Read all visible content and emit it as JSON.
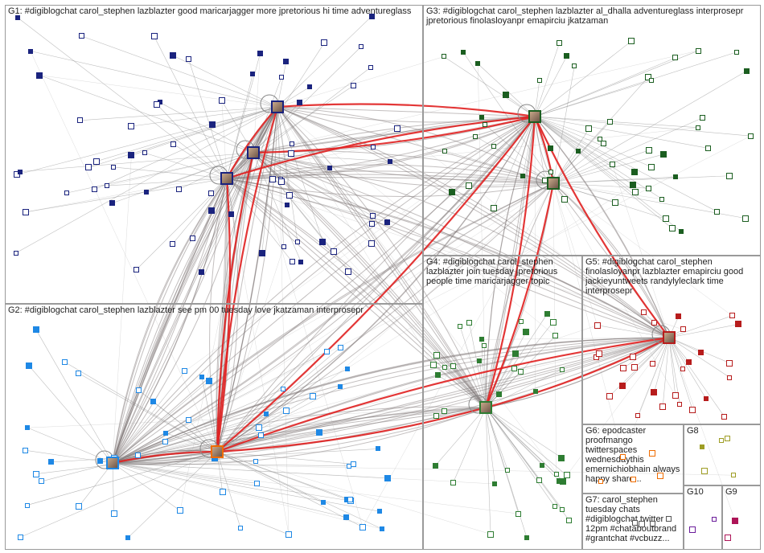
{
  "groups": [
    {
      "id": "g1",
      "label": "G1: #digiblogchat carol_stephen lazblazter good maricarjagger more jpretorious hi time adventureglass"
    },
    {
      "id": "g2",
      "label": "G2: #digiblogchat carol_stephen lazblazter see pm 00 tuesday love jkatzaman interprosepr"
    },
    {
      "id": "g3",
      "label": "G3: #digiblogchat carol_stephen lazblazter al_dhalla adventureglass interprosepr jpretorious finolasloyanpr emapirciu jkatzaman"
    },
    {
      "id": "g4",
      "label": "G4: #digiblogchat carol_stephen lazblazter join tuesday jpretorious people time maricarjagger topic"
    },
    {
      "id": "g5",
      "label": "G5: #digiblogchat carol_stephen finolasloyanpr lazblazter emapirciu good jackieyuntweets randylyleclark time interprosepr"
    },
    {
      "id": "g6",
      "label": "G6: epodcaster proofmango twitterspaces wednesdaythis emernichiobhain always happy share..."
    },
    {
      "id": "g7",
      "label": "G7: carol_stephen tuesday chats #digiblogchat twitter 12pm #chataboutbrand #grantchat #vcbuzz..."
    },
    {
      "id": "g8",
      "label": "G8"
    },
    {
      "id": "g9",
      "label": "G9"
    },
    {
      "id": "g10",
      "label": "G10"
    }
  ],
  "colors": {
    "g1": "#1a237e",
    "g2": "#1e88e5",
    "g3": "#1b5e20",
    "g4": "#2e7d32",
    "g5": "#b71c1c",
    "g6": "#ef6c00",
    "g7": "#555555",
    "g8": "#9e9d24",
    "g9": "#ad1457",
    "g10": "#6a1b9a",
    "edge": "#8a8a8a",
    "heavy_edge": "#e02020",
    "panel_border": "#9a9a9a"
  }
}
